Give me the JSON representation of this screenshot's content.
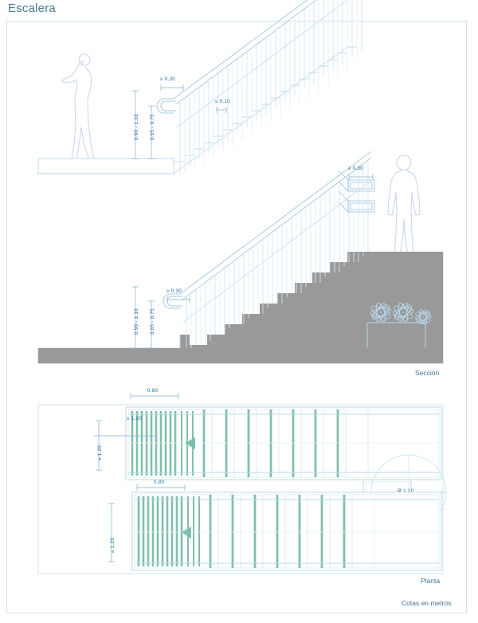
{
  "page": {
    "title": "Escalera",
    "units_note": "Cotas en metros"
  },
  "captions": {
    "section": "Sección",
    "plan": "Planta"
  },
  "colors": {
    "title": "#4a7b95",
    "frame": "#cfe4ef",
    "line_blue": "#a8cbe2",
    "line_blue_light": "#d2e6f2",
    "dim_text": "#1f6a99",
    "slab_gray": "#999999",
    "plan_teal": "#7fbfad",
    "figure_blue": "#c5d4ee"
  },
  "section": {
    "dimensions": {
      "handrail_extension_top": "≥ 0.30",
      "baluster_spacing": "≤ 0.10",
      "handrail_high_top": "0.90 - 1.10",
      "handrail_low_top": "0.65 - 0.75",
      "handrail_extension_right": "≥ 0.30",
      "handrail_extension_bottom": "≥ 0.30",
      "handrail_high_bottom": "0.90 - 1.10",
      "handrail_low_bottom": "0.65 - 0.75"
    }
  },
  "plan": {
    "dimensions": {
      "landing_width_upper": "0.80",
      "landing_depth_upper_inner": "≥ 1.20",
      "landing_depth_upper": "≥ 1.20",
      "landing_width_lower": "0.80",
      "landing_depth_lower": "≥ 1.20",
      "turning_circle": "Ø 1.20"
    }
  }
}
